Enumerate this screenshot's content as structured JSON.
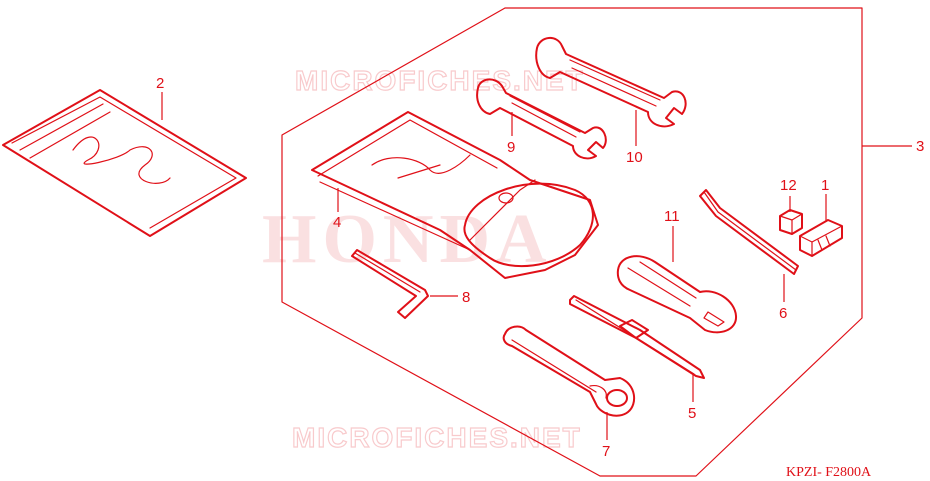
{
  "watermarks": {
    "brand": "HONDA",
    "site_top": "MICROFICHES.NET",
    "site_bottom": "MICROFICHES.NET"
  },
  "diagram_code": "KPZI- F2800A",
  "callouts": {
    "c1": "1",
    "c2": "2",
    "c3": "3",
    "c4": "4",
    "c5": "5",
    "c6": "6",
    "c7": "7",
    "c8": "8",
    "c9": "9",
    "c10": "10",
    "c11": "11",
    "c12": "12"
  },
  "colors": {
    "line": "#e01018",
    "watermark": "#f4a0a4"
  }
}
